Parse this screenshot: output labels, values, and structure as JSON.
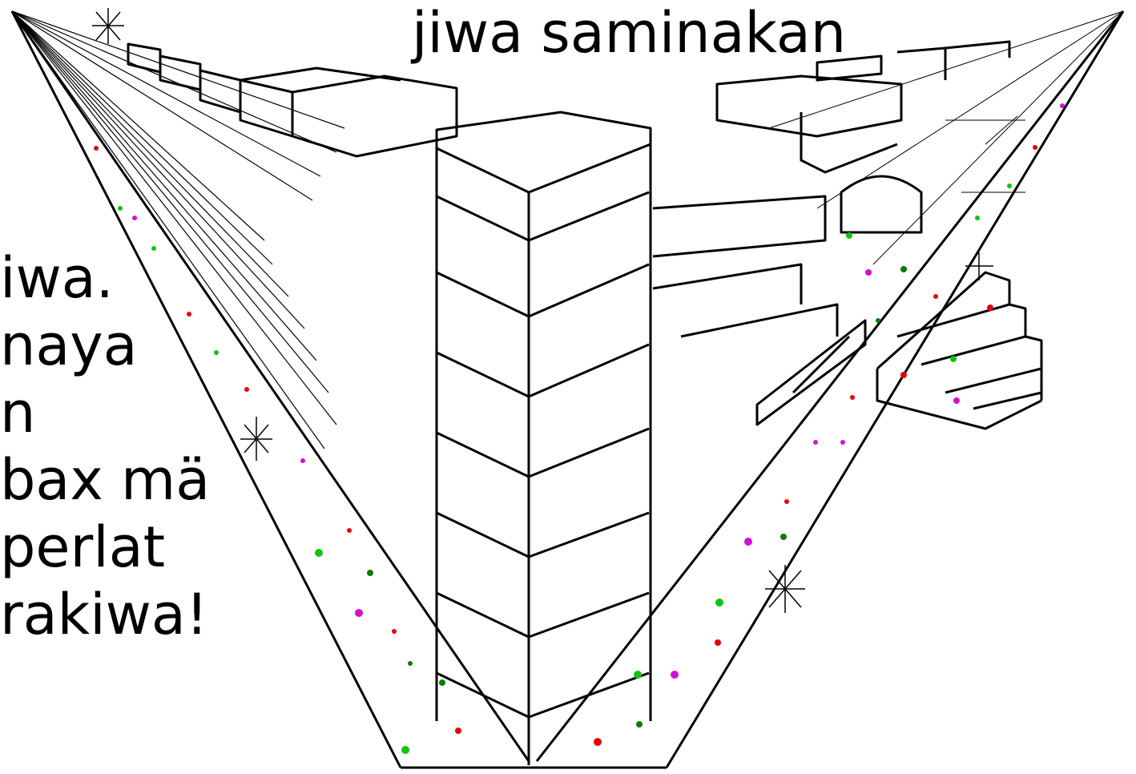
{
  "title": "jiwa saminakan",
  "side_text": [
    "iwa.",
    "naya",
    "n",
    "bax mä",
    "perlat",
    "rakiwa!"
  ],
  "colors": {
    "line": "#000000",
    "background": "#ffffff",
    "dots": [
      "#e8000b",
      "#d40fd4",
      "#12c212",
      "#0a7a0a"
    ]
  }
}
